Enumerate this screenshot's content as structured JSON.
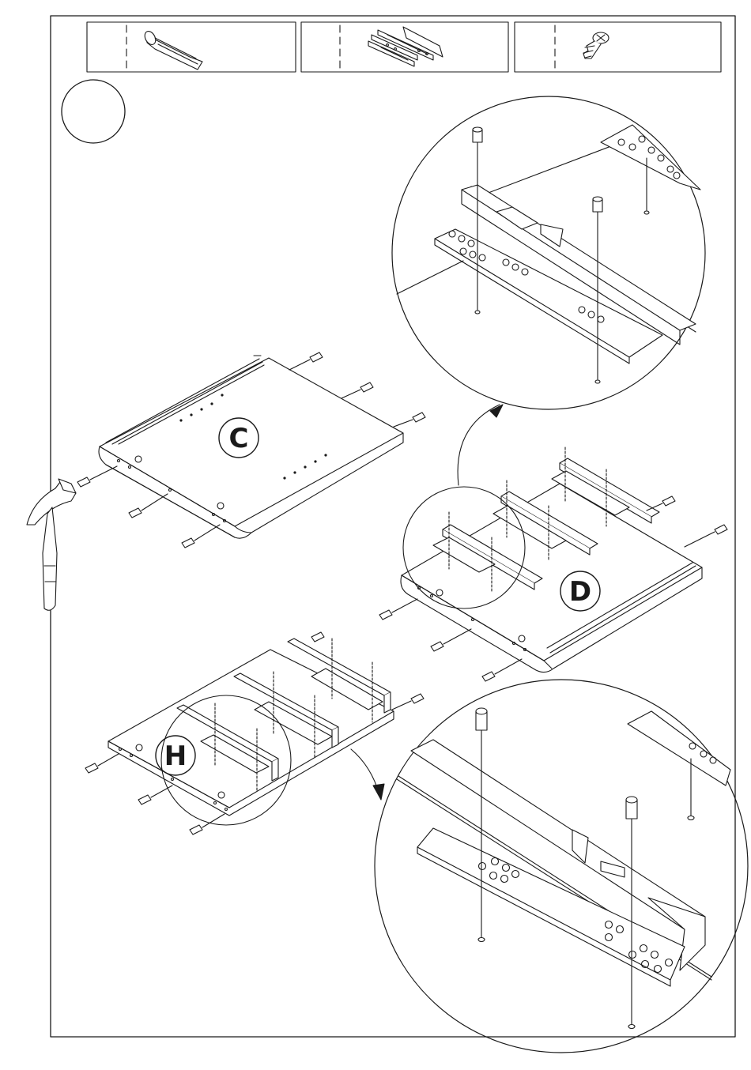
{
  "parts_header": {
    "items": [
      {
        "icon": "dowel-icon",
        "quantity": ""
      },
      {
        "icon": "drawer-slide-icon",
        "quantity": ""
      },
      {
        "icon": "screw-icon",
        "quantity": ""
      }
    ]
  },
  "step": {
    "number": ""
  },
  "panels": {
    "c": {
      "label": "C"
    },
    "d": {
      "label": "D"
    },
    "h": {
      "label": "H"
    }
  },
  "colors": {
    "line": "#1a1a1a",
    "background": "#ffffff"
  }
}
